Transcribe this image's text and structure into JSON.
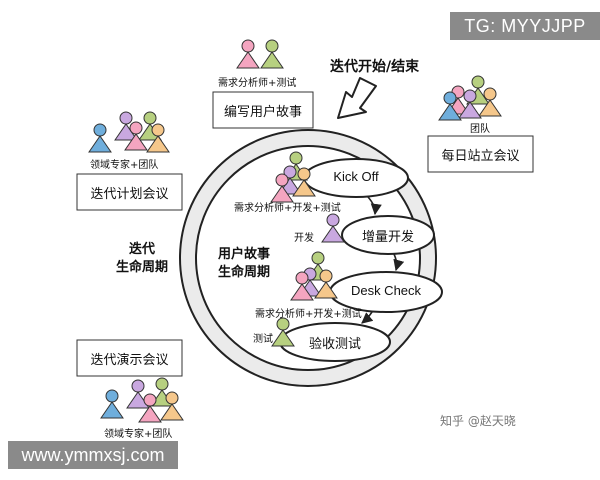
{
  "title": "迭代开始/结束",
  "boxes": {
    "write_stories": "编写用户故事",
    "daily_standup": "每日站立会议",
    "iteration_planning": "迭代计划会议",
    "iteration_demo": "迭代演示会议"
  },
  "people_labels": {
    "top": "需求分析师+测试",
    "team": "团队",
    "domain_top": "领域专家+团队",
    "domain_bottom": "领域专家+团队",
    "kickoff": "需求分析师+开发+测试",
    "dev": "开发",
    "deskcheck": "需求分析师+开发+测试",
    "test": "测试"
  },
  "outer_cycle": {
    "label_line1": "迭代",
    "label_line2": "生命周期"
  },
  "inner_cycle": {
    "label_line1": "用户故事",
    "label_line2": "生命周期"
  },
  "steps": {
    "kickoff": "Kick Off",
    "dev": "增量开发",
    "deskcheck": "Desk Check",
    "acceptance": "验收测试"
  },
  "watermark": "知乎 @赵天晓",
  "overlays": {
    "tg": "TG: MYYJJPP",
    "site": "www.ymmxsj.com"
  },
  "colors": {
    "purple": "#c9a8e0",
    "pink": "#f4a5c0",
    "green": "#b7d080",
    "blue": "#6faedc",
    "orange": "#f5c78b",
    "cycle_fill": "#ebebeb"
  }
}
